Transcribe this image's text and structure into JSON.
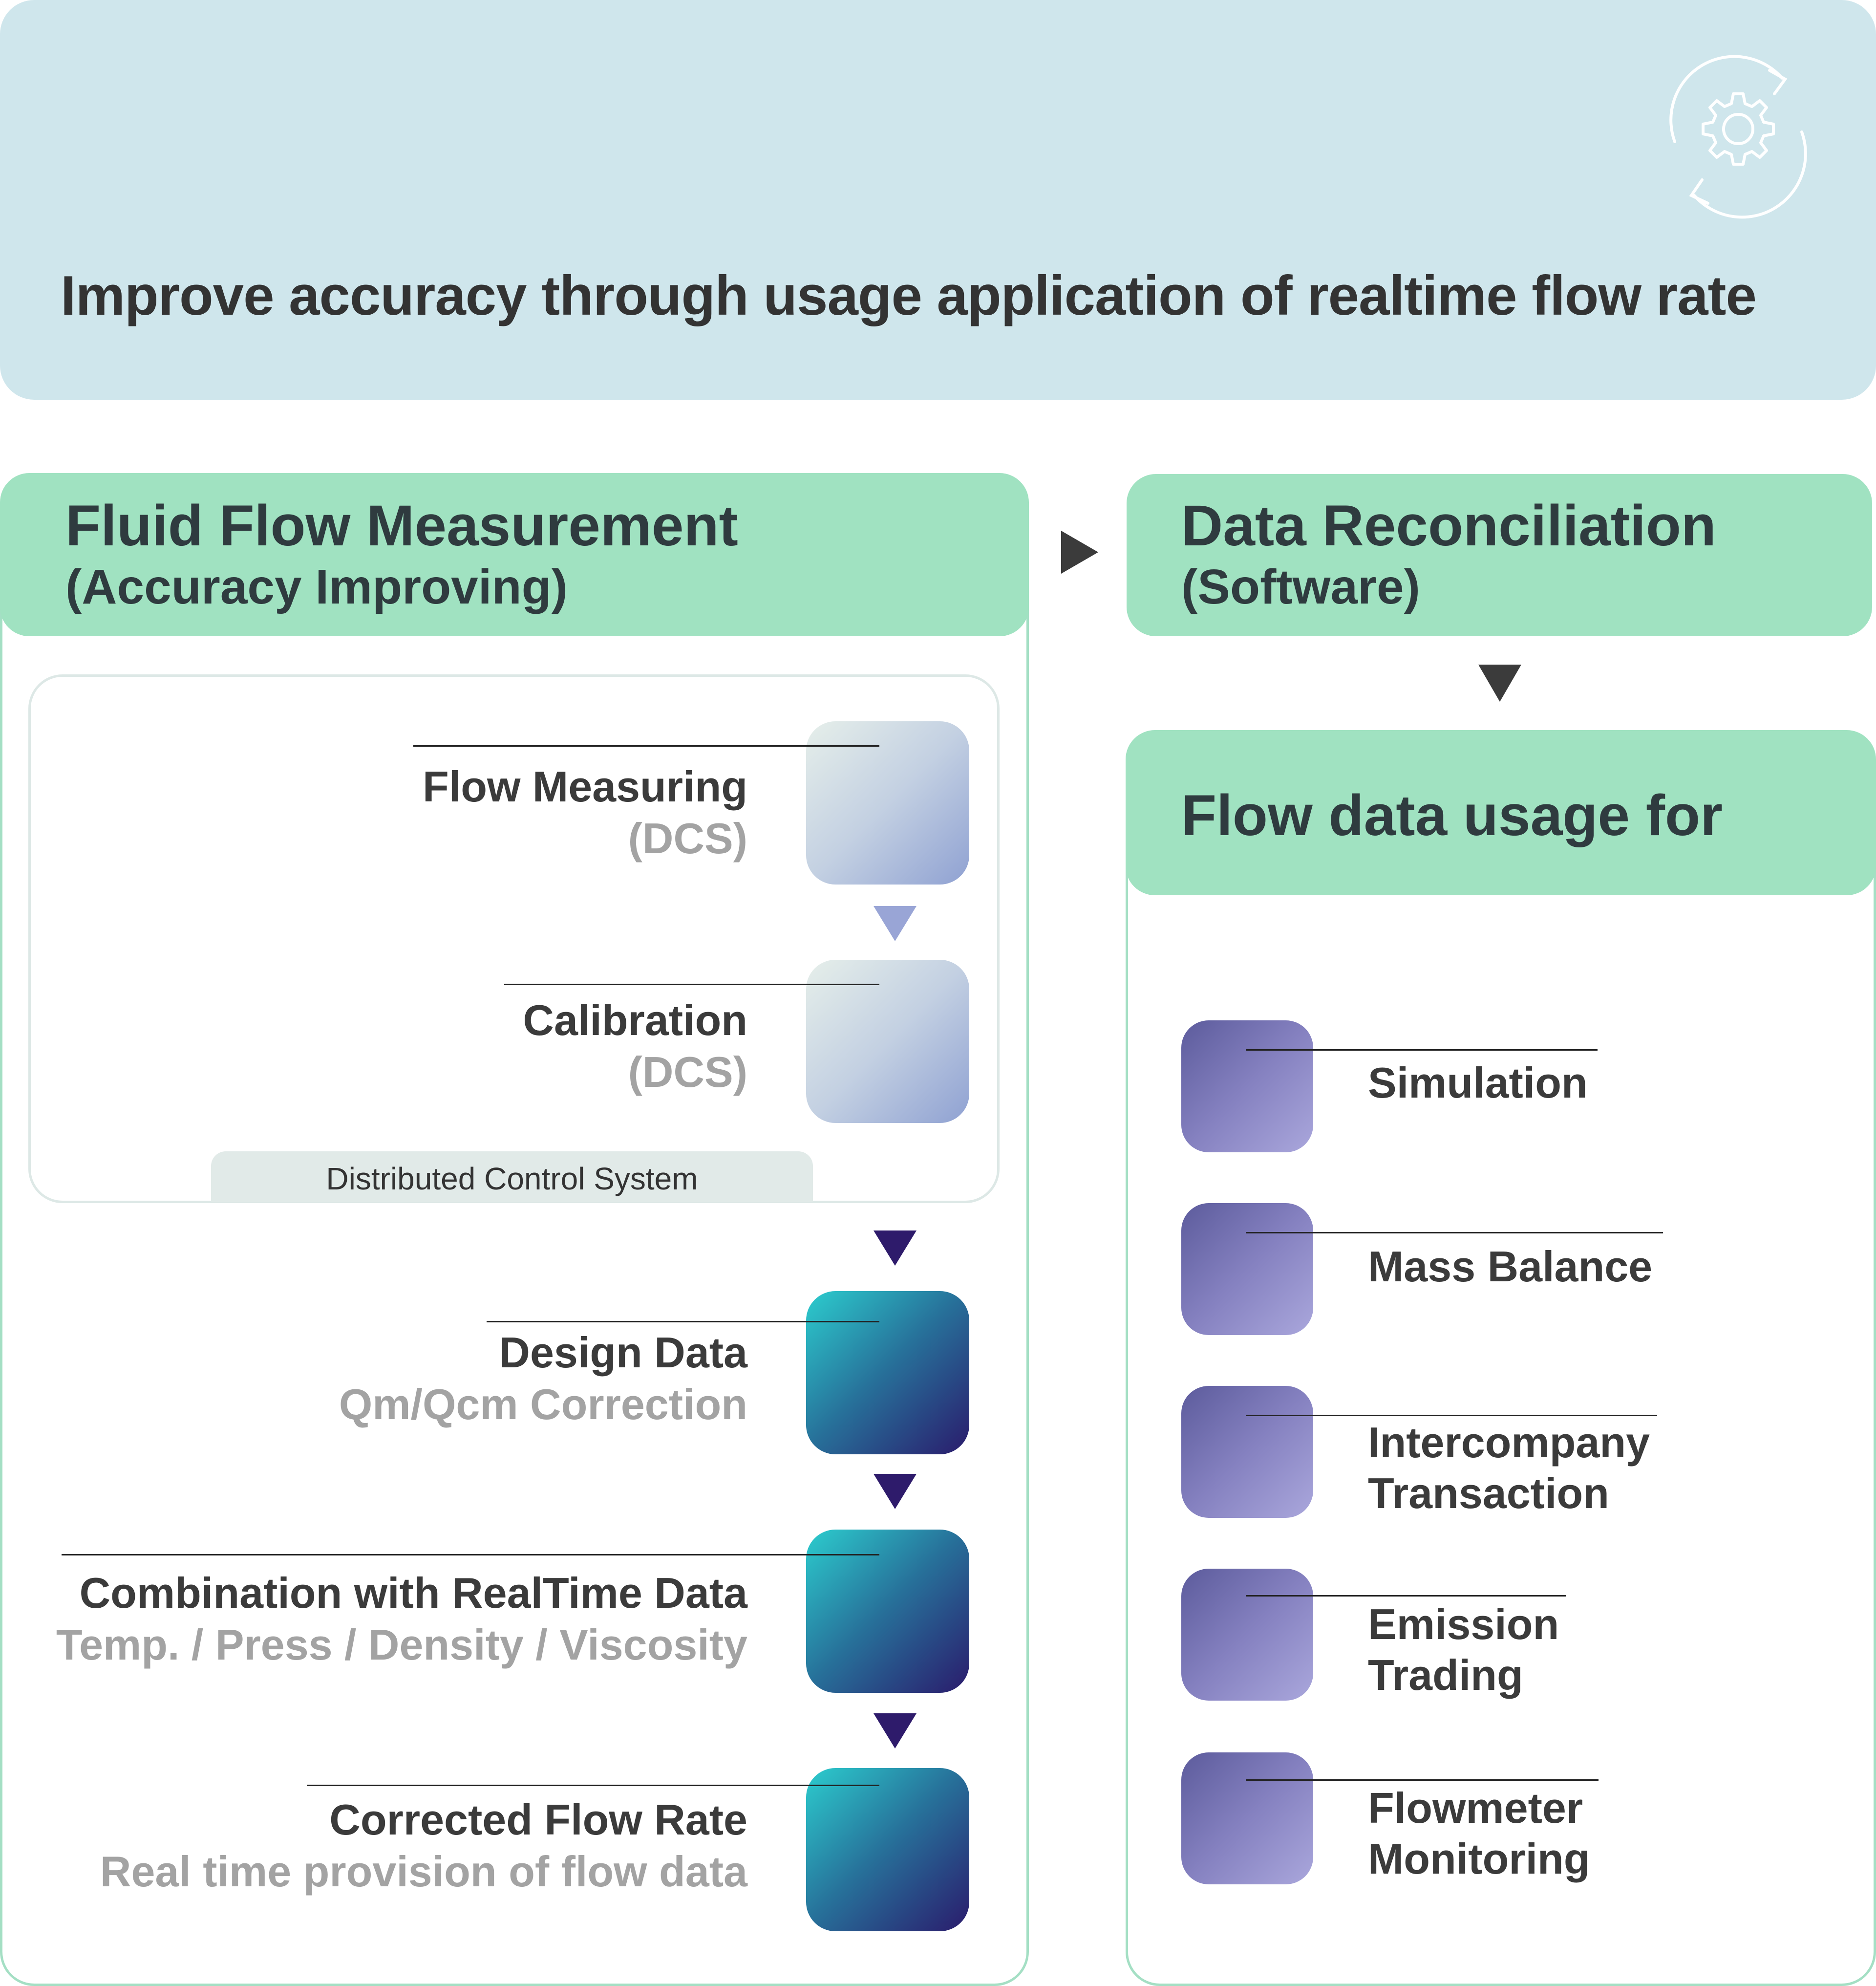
{
  "header": {
    "title": "Improve accuracy through usage application of realtime flow rate",
    "icon": "gear-sync-icon"
  },
  "left_panel": {
    "title": "Fluid Flow Measurement",
    "subtitle": "(Accuracy Improving)",
    "dcs_caption": "Distributed Control System",
    "steps": [
      {
        "label": "Flow Measuring",
        "sub": "(DCS)"
      },
      {
        "label": "Calibration",
        "sub": "(DCS)"
      },
      {
        "label": "Design Data",
        "sub": "Qm/Qcm Correction"
      },
      {
        "label": "Combination with RealTime Data",
        "sub": "Temp. / Press / Density / Viscosity"
      },
      {
        "label": "Corrected Flow Rate",
        "sub": "Real time provision of flow data"
      }
    ]
  },
  "reconciliation": {
    "title": "Data Reconciliation",
    "subtitle": "(Software)"
  },
  "usage_panel": {
    "title": "Flow data usage for",
    "items": [
      {
        "line1": "Simulation",
        "line2": ""
      },
      {
        "line1": "Mass Balance",
        "line2": ""
      },
      {
        "line1": "Intercompany",
        "line2": "Transaction"
      },
      {
        "line1": "Emission",
        "line2": "Trading"
      },
      {
        "line1": "Flowmeter",
        "line2": "Monitoring"
      }
    ]
  },
  "colors": {
    "header_bg": "#cfe6ec",
    "section_header": "#a0e2c1",
    "panel_border": "#a4dfc4",
    "arrow_dark": "#2e1b6b",
    "arrow_light": "#99a5d6"
  }
}
